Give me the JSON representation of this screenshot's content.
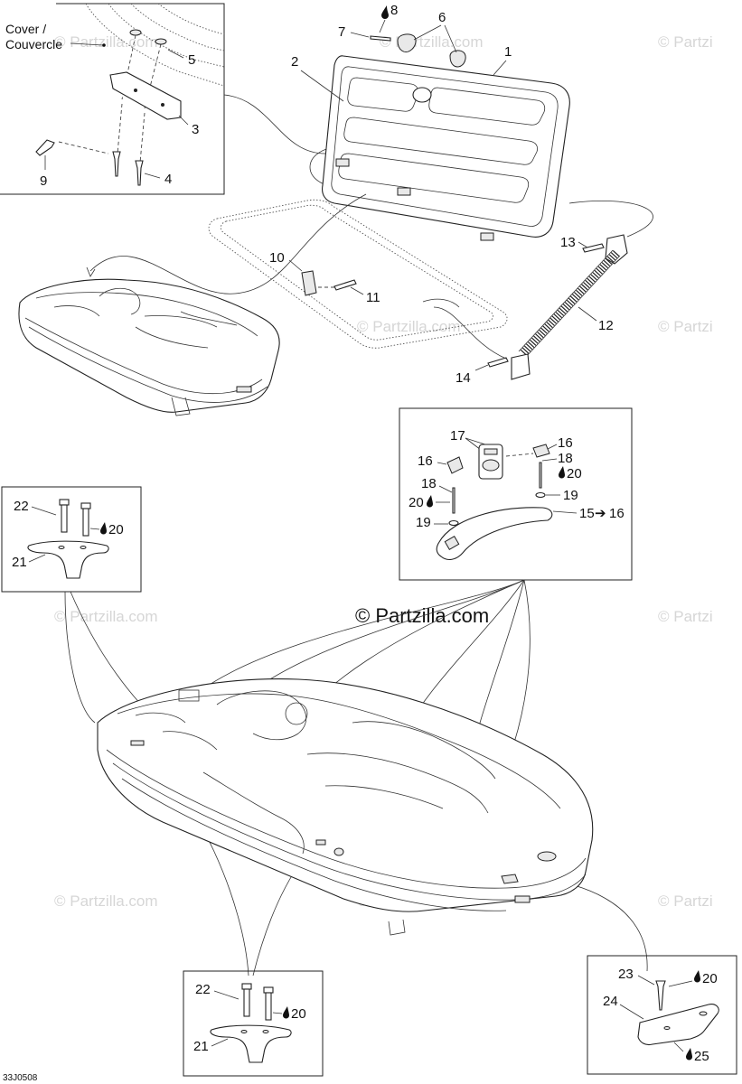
{
  "cover_label": [
    "Cover /",
    "Couvercle"
  ],
  "watermark_text": "© Partzilla.com",
  "watermark_partial": "© Partzi",
  "main_watermark": "© Partzilla.com",
  "diagram_code": "33J0508",
  "callouts": {
    "c1": "1",
    "c2": "2",
    "c3": "3",
    "c4": "4",
    "c5": "5",
    "c6": "6",
    "c7": "7",
    "c8": "8",
    "c9": "9",
    "c10": "10",
    "c11": "11",
    "c12": "12",
    "c13": "13",
    "c14": "14",
    "c15": "15",
    "c15_arrow_to": "16",
    "c16a": "16",
    "c16b": "16",
    "c17": "17",
    "c18a": "18",
    "c18b": "18",
    "c19a": "19",
    "c19b": "19",
    "c20a": "20",
    "c20b": "20",
    "c20c": "20",
    "c20d": "20",
    "c20e": "20",
    "c21a": "21",
    "c21b": "21",
    "c22a": "22",
    "c22b": "22",
    "c23": "23",
    "c24": "24",
    "c25": "25"
  }
}
